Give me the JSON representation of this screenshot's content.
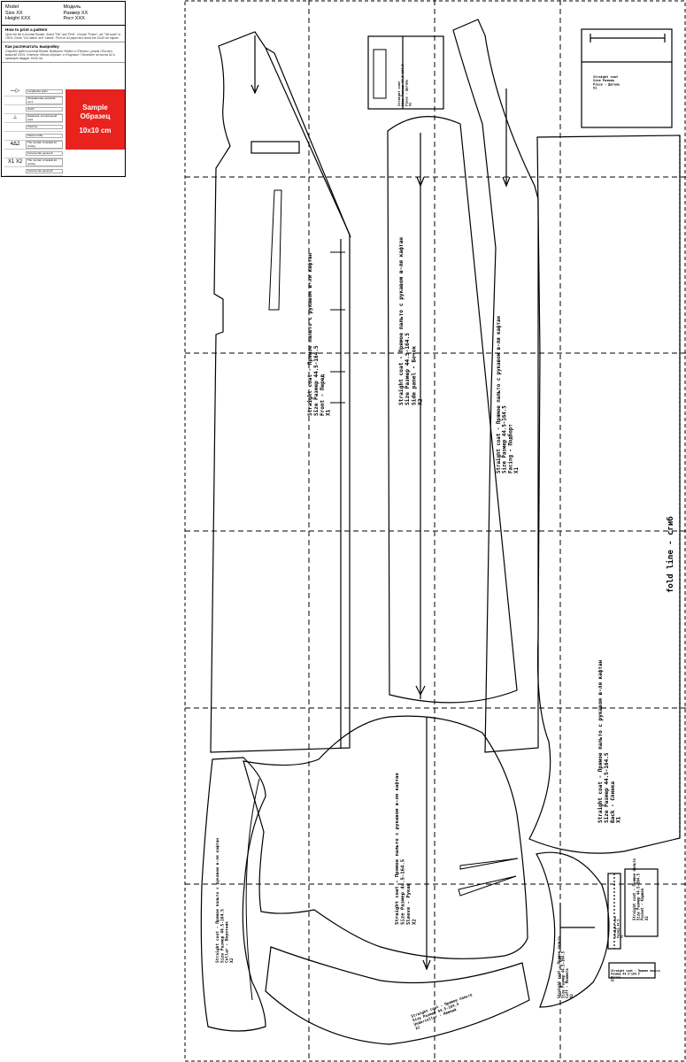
{
  "legend": {
    "model_en": "Model",
    "size_en": "Size XX Height XXX",
    "model_ru": "Модель",
    "size_ru": "Размер XX Рост XXX",
    "section1_title": "How to print a pattern",
    "section1_body": "Open the file in Acrobat Reader. Select \"File\" and \"Print\". Choose \"Poster\", set \"Tile scale\" to 100%. Check \"Cut marks\" and \"Labels\". Print on A4 paper and check the 10x10 cm square.",
    "section2_title": "Как распечатать выкройку",
    "section2_body": "Откройте файл в Acrobat Reader. Выберите «Файл» и «Печать», режим «Постер», масштаб 100%. Отметьте «Метки обрезки» и «Подписи». Печатайте на листах А4 и проверьте квадрат 10x10 см.",
    "rows": [
      {
        "symbol": "—▷",
        "label": "Lengthwise grain"
      },
      {
        "symbol": "",
        "label": "Направление долевой нити"
      },
      {
        "symbol": "",
        "label": "Notch"
      },
      {
        "symbol": "⊥",
        "label": "Надсечка, контрольный знак"
      },
      {
        "symbol": "",
        "label": "Fold line"
      },
      {
        "symbol": "",
        "label": "Линия сгиба"
      },
      {
        "symbol": "4Δ2",
        "label": "The number of details for cutting"
      },
      {
        "symbol": "",
        "label": "Количество деталей"
      },
      {
        "symbol": "X1 X2",
        "label": "The number of details for cutting"
      },
      {
        "symbol": "",
        "label": "Количество деталей"
      }
    ],
    "sample_line1": "Sample",
    "sample_line2": "Образец",
    "sample_size": "10x10 cm"
  },
  "pieces": {
    "front": "Straight coat - Прямое пальто с рукавом в-ля кафтан\nSize Размер  44.5-164.5\nFront - Перед\nX1",
    "back": "Straight coat - Прямое пальто с рукавом в-ля кафтан\nSize Размер  44.5-164.5\nSide panel - Бочок\nX2",
    "side": "Straight coat - Прямое пальто с рукавом в-ля кафтан\nSize Размер  44.5-164.5\nFacing - Подборт\nX1",
    "fold_piece": "Straight coat - Прямое пальто с рукавом в-ля кафтан\nSize Размер  44.5-164.5\nBack - Спинка\nX1",
    "sleeve": "Straight coat - Прямое пальто с рукавом в-ля кафтан\nSize Размер  44.5-164.5\nSleeve - Рукав\nX2",
    "collar": "Straight coat - Прямое пальто с рукавом в-ля кафтан\nSize Размер  44.5-164.5\nCollar - Воротник\nX2",
    "under": "Straight coat - Прямое пальто\nSize Размер  44.5-164.5\nUndercollar - Нижний\nX2",
    "cuff": "Straight coat - Прямое пальто\nSize Размер  44.5-164.5\nCuff - Манжета\nX2",
    "pocket": "Straight coat - Прямое пальто\nSize Размер  44.5-164.5\nPocket - Карман\nX2",
    "small1": "Straight coat\nSize Размер  44.5-164.5\nPiece - Деталь\nX2",
    "small2": "Straight coat\nSize Размер\nPiece - Деталь\nX1",
    "small3": "Straight coat - Прямое пальто\nРазмер  44.5-164.5\nДеталь\nX2",
    "small4": "Straight coat\nРазмер 44.5\nX1",
    "fold_line": "fold line - сгиб"
  }
}
